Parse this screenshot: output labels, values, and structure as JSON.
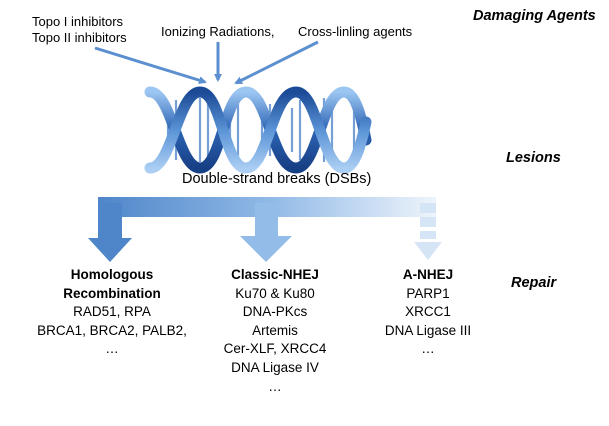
{
  "side_labels": {
    "agents": "Damaging Agents",
    "lesions": "Lesions",
    "repair": "Repair"
  },
  "agents": {
    "topo1": "Topo I inhibitors",
    "topo2": "Topo II inhibitors",
    "ionizing": "Ionizing Radiations,",
    "crosslink": "Cross-linling agents"
  },
  "lesion_label": "Double-strand breaks (DSBs)",
  "pathways": {
    "hr": {
      "title_line1": "Homologous",
      "title_line2": "Recombination",
      "items": [
        "RAD51, RPA",
        "BRCA1, BRCA2, PALB2,",
        "…"
      ]
    },
    "cnhej": {
      "title": "Classic-NHEJ",
      "items": [
        "Ku70 & Ku80",
        "DNA-PKcs",
        "Artemis",
        "Cer-XLF, XRCC4",
        "DNA Ligase IV",
        "…"
      ]
    },
    "anhej": {
      "title": "A-NHEJ",
      "items": [
        "PARP1",
        "XRCC1",
        "DNA Ligase III",
        "…"
      ]
    }
  },
  "colors": {
    "arrow": "#5b8fcf",
    "helix_dark": "#1e4f9e",
    "helix_light": "#7db2ea"
  }
}
